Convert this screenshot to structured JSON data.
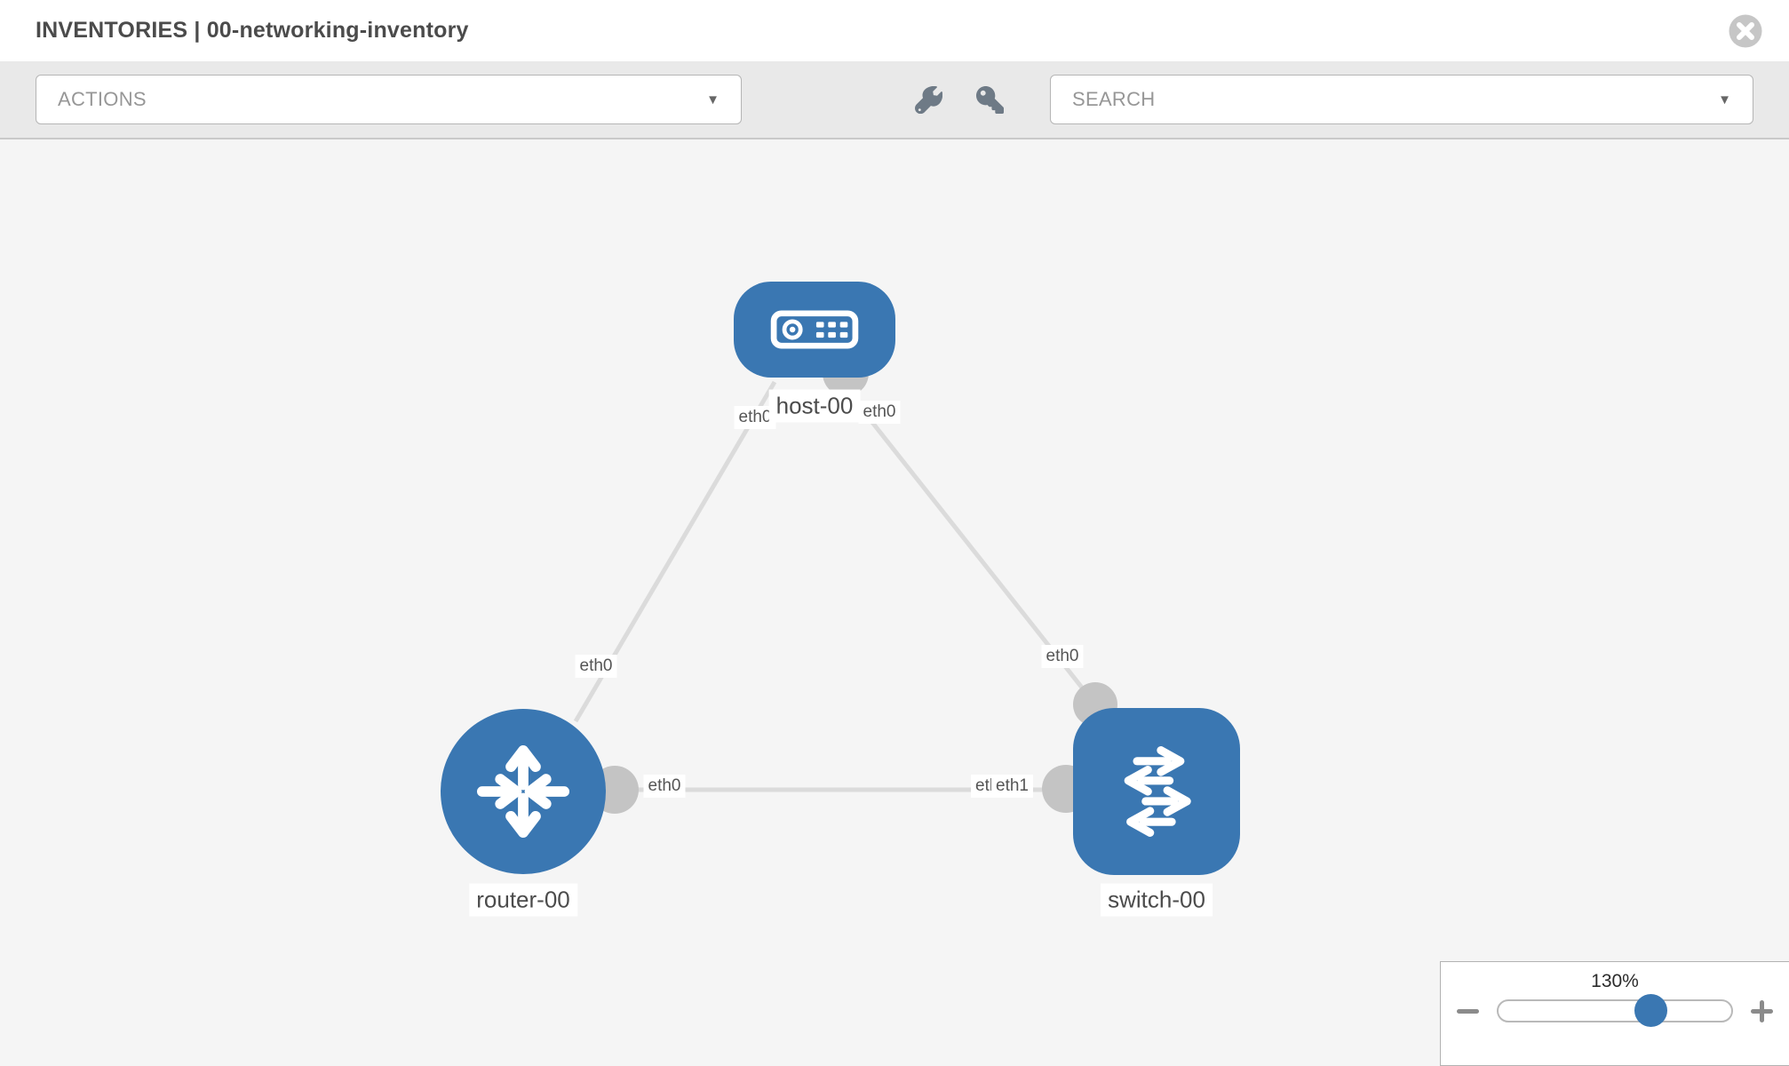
{
  "header": {
    "title": "INVENTORIES | 00-networking-inventory"
  },
  "toolbar": {
    "actions_label": "ACTIONS",
    "search_label": "SEARCH",
    "caret_glyph": "▼"
  },
  "canvas": {
    "nodes": [
      {
        "label": "host-00",
        "type": "host"
      },
      {
        "label": "router-00",
        "type": "router"
      },
      {
        "label": "switch-00",
        "type": "switch"
      }
    ],
    "links": [
      {
        "from": "host-00",
        "to": "router-00",
        "from_iface": "eth0",
        "to_iface": "eth0"
      },
      {
        "from": "host-00",
        "to": "switch-00",
        "from_iface": "eth0",
        "to_iface": "eth0"
      },
      {
        "from": "router-00",
        "to": "switch-00",
        "from_iface": "eth0",
        "to_iface": "eth1"
      }
    ],
    "iface_labels": [
      {
        "text": "eth0"
      },
      {
        "text": "eth0"
      },
      {
        "text": "eth0"
      },
      {
        "text": "eth0"
      },
      {
        "text": "eth0"
      },
      {
        "text": "eth0"
      },
      {
        "text": "eth1"
      }
    ]
  },
  "zoom_control": {
    "level": "130%"
  },
  "colors": {
    "node_blue": "#3a77b2",
    "link_gray": "#dbdbdb",
    "dot_gray": "#c4c4c4",
    "canvas_bg": "#f5f5f5",
    "toolbar_bg": "#e9e9e9"
  }
}
